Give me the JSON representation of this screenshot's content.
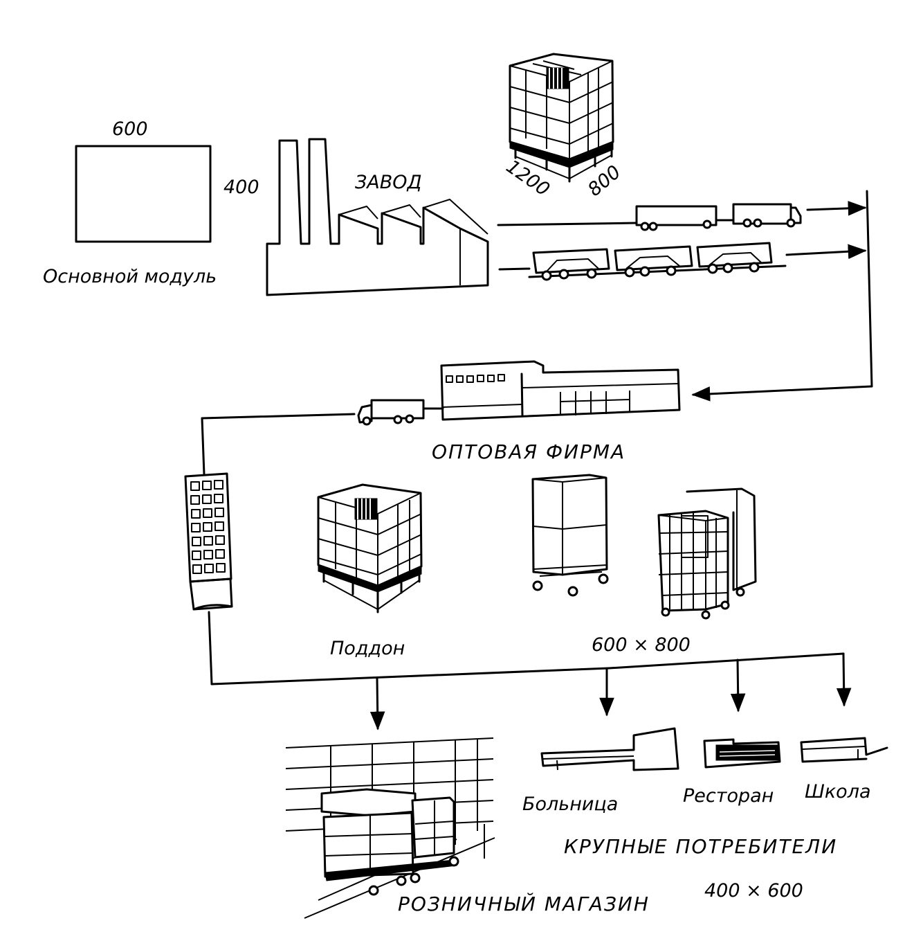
{
  "module": {
    "width": "600",
    "height": "400",
    "caption": "Основной модуль"
  },
  "factory": {
    "label": "ЗАВОД"
  },
  "pallet_top": {
    "length": "1200",
    "width": "800"
  },
  "wholesale": {
    "label": "ОПТОВАЯ ФИРМА"
  },
  "pallet_mid": {
    "label": "Поддон"
  },
  "containers": {
    "size": "600 × 800"
  },
  "retail": {
    "label": "РОЗНИЧНЫЙ МАГАЗИН"
  },
  "consumers": {
    "hospital": "Больница",
    "restaurant": "Ресторан",
    "school": "Школа",
    "group_label": "КРУПНЫЕ ПОТРЕБИТЕЛИ",
    "size": "400 × 600"
  }
}
